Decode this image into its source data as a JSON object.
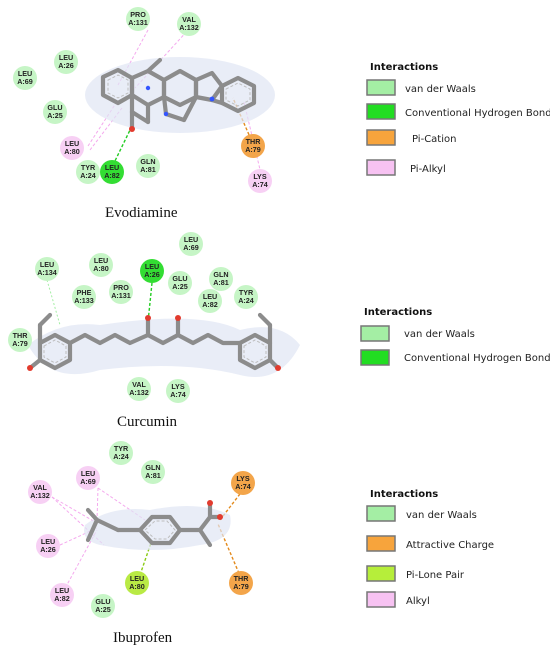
{
  "panels": [
    {
      "title": "Evodiamine",
      "legend": {
        "title": "Interactions",
        "items": [
          {
            "label": "van der Waals",
            "color": "#a4eea4"
          },
          {
            "label": "Conventional Hydrogen Bond",
            "color": "#22dd22"
          },
          {
            "label": "Pi-Cation",
            "color": "#f7a43c"
          },
          {
            "label": "Pi-Alkyl",
            "color": "#f7c2f2"
          }
        ]
      },
      "residues": [
        {
          "name": "PRO",
          "id": "A:131",
          "type": "vdw"
        },
        {
          "name": "VAL",
          "id": "A:132",
          "type": "vdw"
        },
        {
          "name": "LEU",
          "id": "A:26",
          "type": "vdw"
        },
        {
          "name": "LEU",
          "id": "A:69",
          "type": "vdw"
        },
        {
          "name": "GLU",
          "id": "A:25",
          "type": "vdw"
        },
        {
          "name": "LEU",
          "id": "A:80",
          "type": "pialkyl"
        },
        {
          "name": "TYR",
          "id": "A:24",
          "type": "vdw"
        },
        {
          "name": "LEU",
          "id": "A:82",
          "type": "hbond"
        },
        {
          "name": "GLN",
          "id": "A:81",
          "type": "vdw"
        },
        {
          "name": "THR",
          "id": "A:79",
          "type": "orange"
        },
        {
          "name": "LYS",
          "id": "A:74",
          "type": "pialkyl"
        }
      ]
    },
    {
      "title": "Curcumin",
      "legend": {
        "title": "Interactions",
        "items": [
          {
            "label": "van der Waals",
            "color": "#a4eea4"
          },
          {
            "label": "Conventional Hydrogen Bond",
            "color": "#22dd22"
          }
        ]
      },
      "residues": [
        {
          "name": "LEU",
          "id": "A:69",
          "type": "vdw"
        },
        {
          "name": "LEU",
          "id": "A:134",
          "type": "vdw"
        },
        {
          "name": "LEU",
          "id": "A:80",
          "type": "vdw"
        },
        {
          "name": "LEU",
          "id": "A:26",
          "type": "hbond"
        },
        {
          "name": "GLU",
          "id": "A:25",
          "type": "vdw"
        },
        {
          "name": "GLN",
          "id": "A:81",
          "type": "vdw"
        },
        {
          "name": "PHE",
          "id": "A:133",
          "type": "vdw"
        },
        {
          "name": "PRO",
          "id": "A:131",
          "type": "vdw"
        },
        {
          "name": "LEU",
          "id": "A:82",
          "type": "vdw"
        },
        {
          "name": "TYR",
          "id": "A:24",
          "type": "vdw"
        },
        {
          "name": "THR",
          "id": "A:79",
          "type": "vdw"
        },
        {
          "name": "VAL",
          "id": "A:132",
          "type": "vdw"
        },
        {
          "name": "LYS",
          "id": "A:74",
          "type": "vdw"
        }
      ]
    },
    {
      "title": "Ibuprofen",
      "legend": {
        "title": "Interactions",
        "items": [
          {
            "label": "van der Waals",
            "color": "#a4eea4"
          },
          {
            "label": "Attractive Charge",
            "color": "#f7a43c"
          },
          {
            "label": "Pi-Lone Pair",
            "color": "#b6ee3a"
          },
          {
            "label": "Alkyl",
            "color": "#f7c2f2"
          }
        ]
      },
      "residues": [
        {
          "name": "TYR",
          "id": "A:24",
          "type": "vdw"
        },
        {
          "name": "LEU",
          "id": "A:69",
          "type": "pialkyl"
        },
        {
          "name": "GLN",
          "id": "A:81",
          "type": "vdw"
        },
        {
          "name": "VAL",
          "id": "A:132",
          "type": "pialkyl"
        },
        {
          "name": "LYS",
          "id": "A:74",
          "type": "orange"
        },
        {
          "name": "LEU",
          "id": "A:26",
          "type": "pialkyl"
        },
        {
          "name": "LEU",
          "id": "A:80",
          "type": "lonepair"
        },
        {
          "name": "THR",
          "id": "A:79",
          "type": "orange"
        },
        {
          "name": "LEU",
          "id": "A:82",
          "type": "pialkyl"
        },
        {
          "name": "GLU",
          "id": "A:25",
          "type": "vdw"
        }
      ]
    }
  ],
  "type_colors": {
    "vdw": "#c6f5c6",
    "hbond": "#33dd33",
    "orange": "#f3a54a",
    "pialkyl": "#f7d0f4",
    "lonepair": "#b9ea45"
  }
}
